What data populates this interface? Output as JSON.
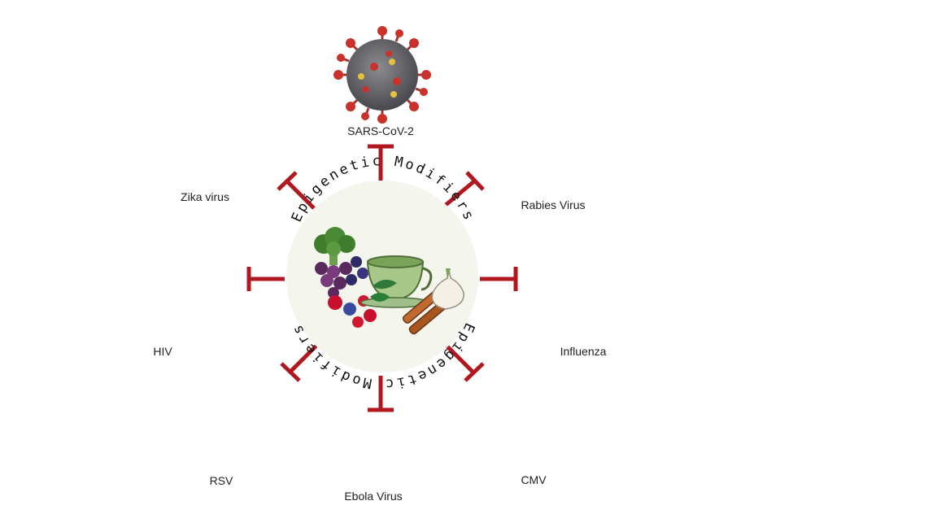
{
  "center": {
    "title_top": "Epigenetic Modifiers",
    "title_bottom": "Epigenetic Modifiers"
  },
  "viruses": [
    {
      "key": "sars",
      "label": "SARS-CoV-2"
    },
    {
      "key": "rabies",
      "label": "Rabies Virus"
    },
    {
      "key": "influenza",
      "label": "Influenza"
    },
    {
      "key": "cmv",
      "label": "CMV"
    },
    {
      "key": "ebola",
      "label": "Ebola Virus"
    },
    {
      "key": "rsv",
      "label": "RSV"
    },
    {
      "key": "hiv",
      "label": "HIV"
    },
    {
      "key": "zika",
      "label": "Zika virus"
    }
  ],
  "colors": {
    "inhibitor": "#b0171f",
    "center_fill": "#f4f6ee"
  }
}
